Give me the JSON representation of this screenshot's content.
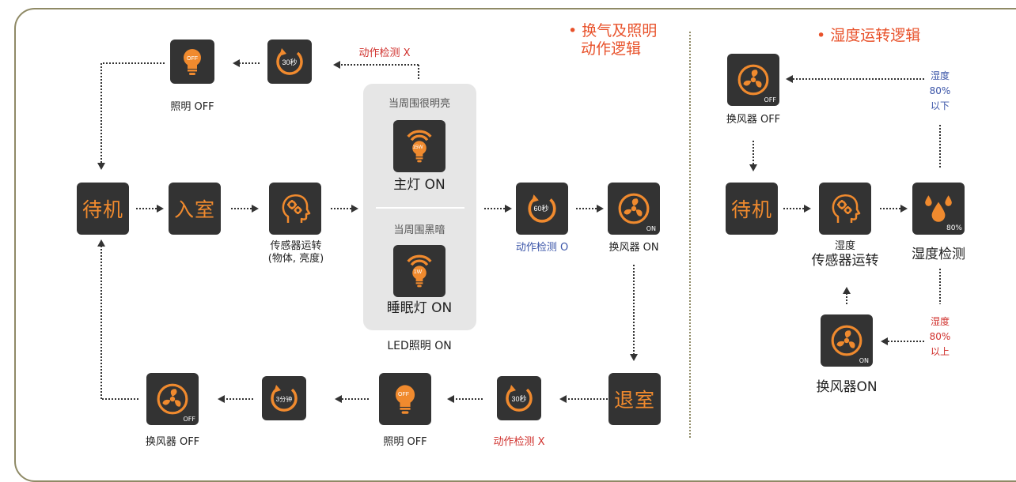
{
  "section_left_title": [
    "• 换气及照明",
    "动作逻辑"
  ],
  "section_right_title": "• 湿度运转逻辑",
  "left": {
    "standby": "待机",
    "enter": "入室",
    "sensor_caption": [
      "传感器运转",
      "(物体, 亮度)"
    ],
    "light_off_top_caption": "照明 OFF",
    "light_off_top_icon": "OFF",
    "timer_top_icon": "30秒",
    "motion_top_caption": "动作检测 X",
    "bright_label": "当周围很明亮",
    "main_light_icon": "15W",
    "main_light_caption": "主灯 ON",
    "dark_label": "当周围黑暗",
    "sleep_light_icon": "1W",
    "sleep_light_caption": "睡眠灯 ON",
    "led_caption": "LED照明 ON",
    "timer_mid_icon": "60秒",
    "motion_mid_caption": "动作检测 O",
    "fan_on_icon": "ON",
    "fan_on_caption": "换风器 ON",
    "leave": "退室",
    "timer_bottom_icon": "30秒",
    "motion_bottom_caption": "动作检测 X",
    "light_off_bottom_icon": "OFF",
    "light_off_bottom_caption": "照明 OFF",
    "timer_3min_icon": "3分钟",
    "fan_off_bottom_icon": "OFF",
    "fan_off_bottom_caption": "换风器 OFF"
  },
  "right": {
    "fan_off_icon": "OFF",
    "fan_off_caption": "换风器 OFF",
    "below_label": [
      "湿度",
      "80%",
      "以下"
    ],
    "standby": "待机",
    "sensor_caption": [
      "湿度",
      "传感器运转"
    ],
    "humidity_icon": "80%",
    "humidity_caption": "湿度检测",
    "above_label": [
      "湿度",
      "80%",
      "以上"
    ],
    "fan_on_icon": "ON",
    "fan_on_caption": "换风器ON"
  },
  "colors": {
    "accent": "#f08a2e",
    "tile": "#333333",
    "red": "#d0312d",
    "blue": "#3b55a8",
    "title": "#e8512a",
    "frame": "#8f8a66"
  },
  "icons": [
    "bulb-icon",
    "timer-icon",
    "head-gear-icon",
    "fan-icon",
    "water-drops-icon"
  ]
}
